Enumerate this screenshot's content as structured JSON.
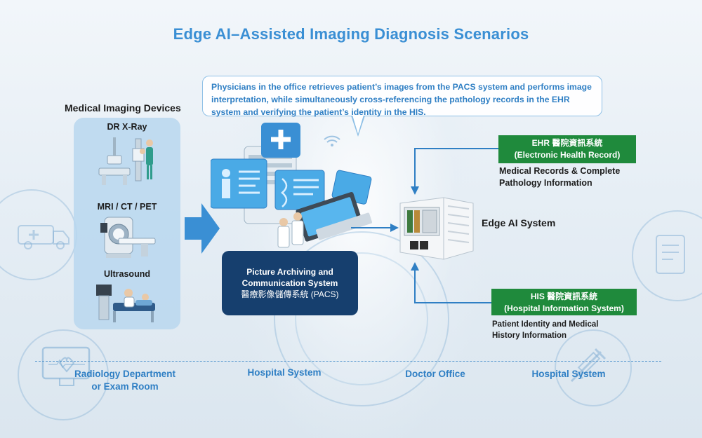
{
  "title": "Edge AI–Assisted Imaging Diagnosis Scenarios",
  "bubble": {
    "text": "Physicians in the office retrieves patient’s images from the PACS system and performs image interpretation, while simultaneously cross-referencing the pathology records in the EHR system and verifying the patient’s identity in the HIS."
  },
  "devices": {
    "heading": "Medical Imaging Devices",
    "items": [
      {
        "label": "DR X-Ray",
        "icon": "x-ray-machine-icon"
      },
      {
        "label": "MRI / CT / PET",
        "icon": "mri-scanner-icon"
      },
      {
        "label": "Ultrasound",
        "icon": "ultrasound-icon"
      }
    ]
  },
  "pacs": {
    "line1": "Picture Archiving and",
    "line2": "Communication System",
    "line3": "醫療影像儲傳系統 (PACS)"
  },
  "edge": {
    "label": "Edge AI System"
  },
  "ehr": {
    "line1": "EHR 醫院資訊系統",
    "line2": "(Electronic Health Record)",
    "desc1": "Medical Records & Complete",
    "desc2": "Pathology Information"
  },
  "his": {
    "line1": "HIS 醫院資訊系統",
    "line2": "(Hospital Information System)",
    "desc1": "Patient Identity and Medical",
    "desc2": "History Information"
  },
  "zones": {
    "radiology1": "Radiology Department",
    "radiology2": "or Exam Room",
    "hospital1": "Hospital System",
    "doctor": "Doctor Office",
    "hospital2": "Hospital System"
  },
  "colors": {
    "accent": "#3a8fd4",
    "pacs_bg": "#163f6e",
    "green_box": "#1f8a3c",
    "panel": "#b9d7ee"
  }
}
